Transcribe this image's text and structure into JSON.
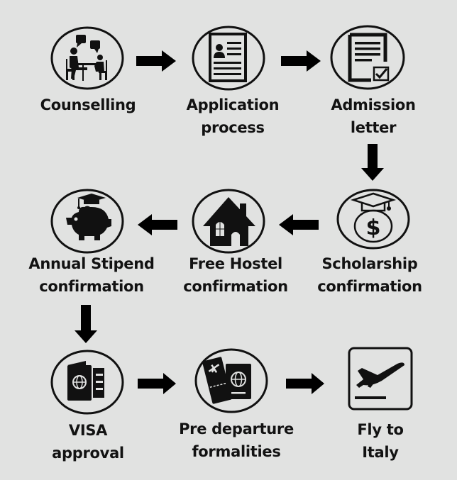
{
  "title": "Study in Italy process flow",
  "colors": {
    "background": "#e1e2e1",
    "ink": "#111111"
  },
  "steps": [
    {
      "id": "counselling",
      "icon": "counselling-icon",
      "line1": "Counselling",
      "line2": ""
    },
    {
      "id": "application",
      "icon": "application-form-icon",
      "line1": "Application",
      "line2": "process"
    },
    {
      "id": "admission",
      "icon": "admission-letter-icon",
      "line1": "Admission",
      "line2": "letter"
    },
    {
      "id": "scholarship",
      "icon": "scholarship-money-bag-icon",
      "line1": "Scholarship",
      "line2": "confirmation"
    },
    {
      "id": "hostel",
      "icon": "house-icon",
      "line1": "Free Hostel",
      "line2": "confirmation"
    },
    {
      "id": "stipend",
      "icon": "piggy-bank-graduation-icon",
      "line1": "Annual Stipend",
      "line2": "confirmation"
    },
    {
      "id": "visa",
      "icon": "passport-icon",
      "line1": "VISA",
      "line2": "approval"
    },
    {
      "id": "predeparture",
      "icon": "passport-ticket-icon",
      "line1": "Pre departure",
      "line2": "formalities"
    },
    {
      "id": "fly",
      "icon": "airplane-departure-icon",
      "line1": "Fly to",
      "line2": "Italy"
    }
  ],
  "arrows": [
    {
      "from": "counselling",
      "to": "application",
      "direction": "right"
    },
    {
      "from": "application",
      "to": "admission",
      "direction": "right"
    },
    {
      "from": "admission",
      "to": "scholarship",
      "direction": "down"
    },
    {
      "from": "scholarship",
      "to": "hostel",
      "direction": "left"
    },
    {
      "from": "hostel",
      "to": "stipend",
      "direction": "left"
    },
    {
      "from": "stipend",
      "to": "visa",
      "direction": "down"
    },
    {
      "from": "visa",
      "to": "predeparture",
      "direction": "right"
    },
    {
      "from": "predeparture",
      "to": "fly",
      "direction": "right"
    }
  ]
}
